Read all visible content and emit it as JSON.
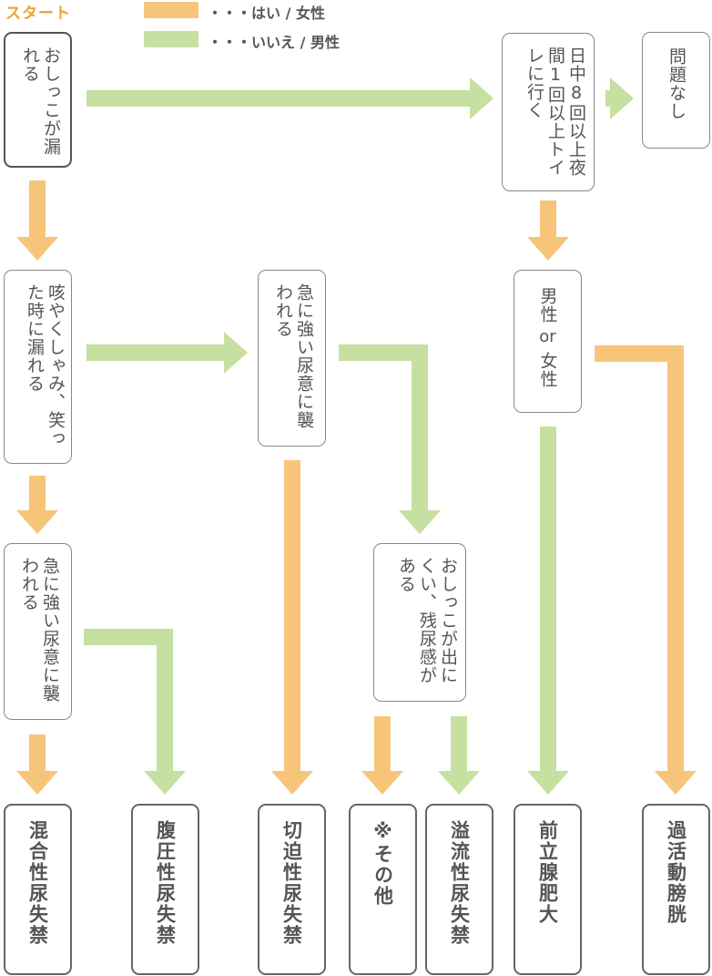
{
  "start_label": "スタート",
  "legend": [
    {
      "text": "・・・はい / 女性",
      "color": "#f7c57a"
    },
    {
      "text": "・・・いいえ / 男性",
      "color": "#c5e0a0"
    }
  ],
  "colors": {
    "yes": "#f7c57a",
    "no": "#c5e0a0"
  },
  "nodes": {
    "start": "おしっこが漏れる",
    "freq": "日中8回以上夜間1回以上トイレに行く",
    "no_problem": "問題なし",
    "cough": "咳やくしゃみ、笑った時に漏れる",
    "urgency_mid": "急に強い尿意に襲われる",
    "gender": {
      "male": "男性",
      "or": "or",
      "female": "女性"
    },
    "urgency_left": "急に強い尿意に襲われる",
    "difficulty": "おしっこが出にくい、残尿感がある"
  },
  "results": {
    "mixed": "混合性尿失禁",
    "stress": "腹圧性尿失禁",
    "urge": "切迫性尿失禁",
    "other": "※その他",
    "overflow": "溢流性尿失禁",
    "prostate": "前立腺肥大",
    "overactive": "過活動膀胱"
  }
}
